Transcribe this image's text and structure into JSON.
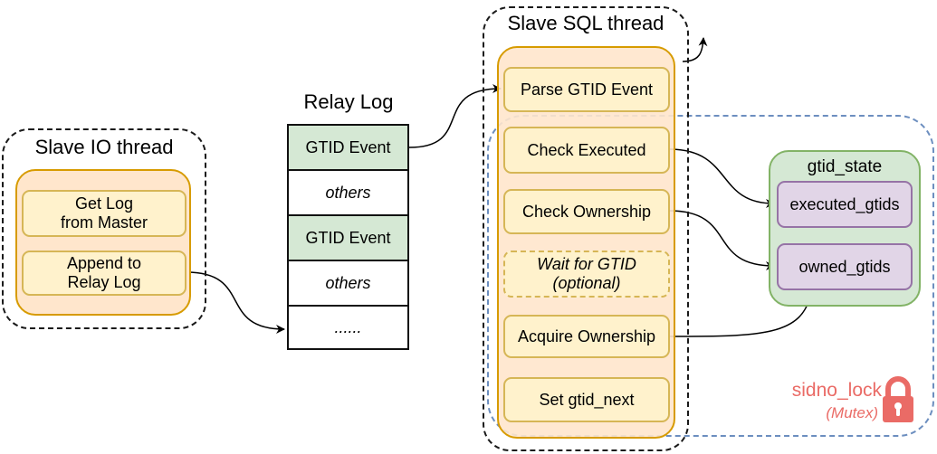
{
  "io_thread": {
    "title": "Slave IO thread",
    "steps": [
      "Get Log\nfrom Master",
      "Append to\nRelay Log"
    ]
  },
  "relay_log": {
    "title": "Relay Log",
    "entries": [
      "GTID Event",
      "others",
      "GTID Event",
      "others",
      "......"
    ]
  },
  "sql_thread": {
    "title": "Slave SQL thread",
    "steps": [
      "Parse GTID Event",
      "Check Executed",
      "Check Ownership",
      "Wait for GTID\n(optional)",
      "Acquire Ownership",
      "Set gtid_next"
    ]
  },
  "gtid_state": {
    "title": "gtid_state",
    "fields": [
      "executed_gtids",
      "owned_gtids"
    ]
  },
  "mutex": {
    "name": "sidno_lock",
    "type": "(Mutex)",
    "icon": "lock-icon",
    "color": "#ea6b66"
  },
  "colors": {
    "orange_fill": "#ffe6cc",
    "yellow_fill": "#fff2cc",
    "green_fill": "#d5e8d4",
    "purple_fill": "#e1d5e7",
    "mutex_border": "#6c8ebf"
  }
}
